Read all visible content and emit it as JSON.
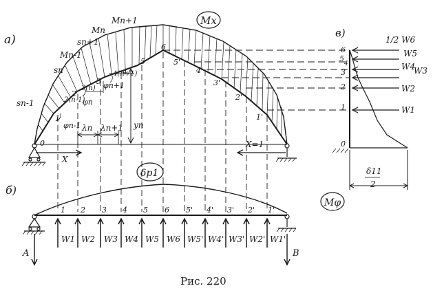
{
  "figure": {
    "caption": "Рис. 220",
    "labels": {
      "part_a": "a)",
      "part_b": "б)",
      "part_v": "в)",
      "Mx": "Mx",
      "Mphi": "Mφ",
      "delta_p1": "δp1",
      "delta_11": "δ11",
      "delta_11_den": "2",
      "X_left": "X",
      "X_right": "X=1",
      "A": "A",
      "B": "B",
      "y_n": "yn",
      "lambda_n": "λn",
      "lambda_n1": "λn+1",
      "s_n_minus1": "sn-1",
      "s_n": "sn",
      "s_n_plus1": "sn+1",
      "M_n_minus1": "Mn-1",
      "M_n": "Mn",
      "M_n_plus1": "Mn+1",
      "phi_n_minus1": "φn-1",
      "phi_n": "φn",
      "phi_n_plus1": "φn+1",
      "node_n_minus1": "2(n-1)",
      "node_n": "3(n)",
      "node_n_plus1": "4(n+1)"
    },
    "arch_nodes": [
      "0",
      "1",
      "2",
      "3",
      "4",
      "5",
      "6",
      "5'",
      "4'",
      "3'",
      "2'",
      "1'"
    ],
    "beam_nodes": [
      "1",
      "2",
      "3",
      "4",
      "5",
      "6",
      "5'",
      "4'",
      "3'",
      "2'",
      "1'"
    ],
    "beam_loads": [
      "W1",
      "W2",
      "W3",
      "W4",
      "W5",
      "W6",
      "W5'",
      "W4'",
      "W3'",
      "W2'",
      "W1'"
    ],
    "side_levels": [
      "6",
      "5",
      "4",
      "3",
      "2",
      "1",
      "0"
    ],
    "side_loads": [
      "1/2 W6",
      "W5",
      "W4",
      "W3",
      "W2",
      "W1"
    ]
  }
}
